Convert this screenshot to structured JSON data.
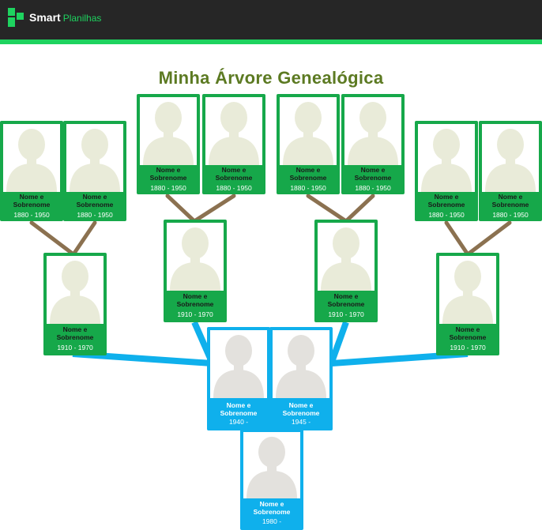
{
  "header": {
    "brand_bold": "Smart",
    "brand_light": "Planilhas"
  },
  "title": "Minha Árvore Genealógica",
  "colors": {
    "ancestor_card": "#16a84a",
    "family_card": "#0fb0ec",
    "ancestor_link": "#8b7150",
    "family_link": "#0fb0ec",
    "title": "#5c7a22",
    "accent": "#1ed35f"
  },
  "people": {
    "gg1": {
      "name": "Nome e Sobrenome",
      "years": "1880 - 1950"
    },
    "gg2": {
      "name": "Nome e Sobrenome",
      "years": "1880 - 1950"
    },
    "gg3": {
      "name": "Nome e Sobrenome",
      "years": "1880 - 1950"
    },
    "gg4": {
      "name": "Nome e Sobrenome",
      "years": "1880 - 1950"
    },
    "gg5": {
      "name": "Nome e Sobrenome",
      "years": "1880 - 1950"
    },
    "gg6": {
      "name": "Nome e Sobrenome",
      "years": "1880 - 1950"
    },
    "gg7": {
      "name": "Nome e Sobrenome",
      "years": "1880 - 1950"
    },
    "gg8": {
      "name": "Nome e Sobrenome",
      "years": "1880 - 1950"
    },
    "gp1": {
      "name": "Nome e Sobrenome",
      "years": "1910 - 1970"
    },
    "gp2": {
      "name": "Nome e Sobrenome",
      "years": "1910 - 1970"
    },
    "gp3": {
      "name": "Nome e Sobrenome",
      "years": "1910 - 1970"
    },
    "gp4": {
      "name": "Nome e Sobrenome",
      "years": "1910 - 1970"
    },
    "p1": {
      "name": "Nome e Sobrenome",
      "years": "1940 -"
    },
    "p2": {
      "name": "Nome e Sobrenome",
      "years": "1945 -"
    },
    "me": {
      "name": "Nome e Sobrenome",
      "years": "1980 -"
    }
  }
}
